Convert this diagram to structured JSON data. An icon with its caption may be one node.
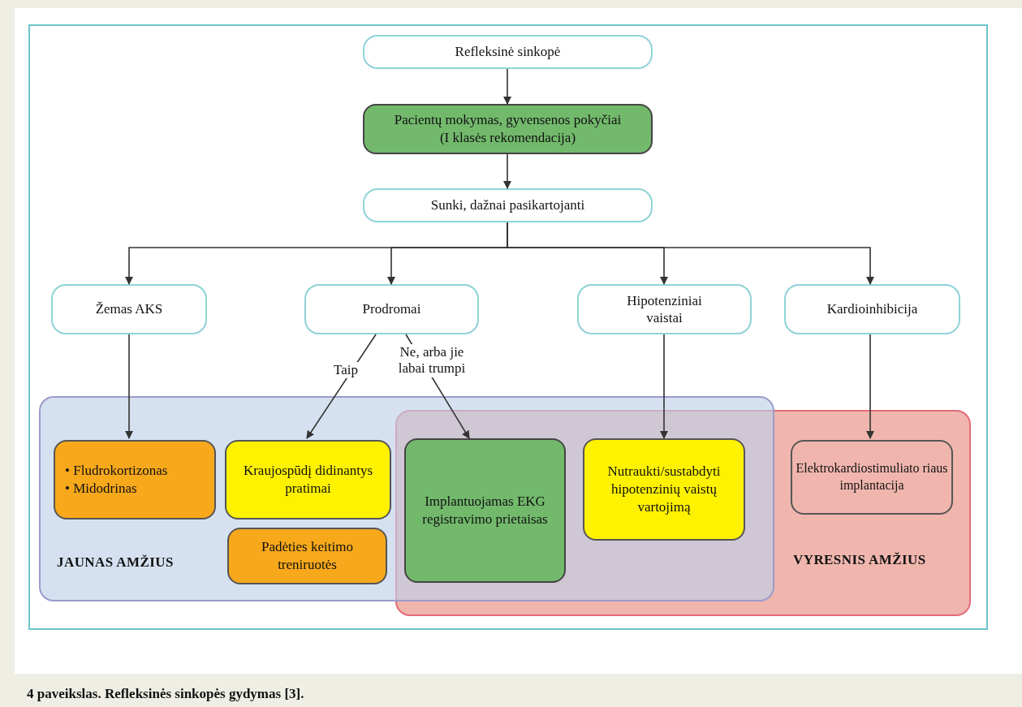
{
  "diagram": {
    "caption": "4 paveikslas. Refleksinės sinkopės gydymas [3].",
    "nodes": [
      {
        "text": [
          "Refleksinė sinkopė"
        ]
      },
      {
        "text": [
          "Pacientų mokymas, gyvensenos pokyčiai (I klasės rekomendacija)"
        ]
      },
      {
        "text": [
          "Sunki, dažnai pasikartojanti"
        ]
      },
      {
        "text": [
          "Žemas AKS"
        ]
      },
      {
        "text": [
          "Prodromai"
        ]
      },
      {
        "text": [
          "Hipotenziniai vaistai"
        ]
      },
      {
        "text": [
          "Kardioinhibicija"
        ]
      },
      {
        "text": [
          "JAUNAS AMŽIUS"
        ]
      },
      {
        "text": [
          "• Fludrokortizonas",
          "• Midodrinas"
        ],
        "in": 7
      },
      {
        "text": [
          "Kraujospūdį didinantys pratimai"
        ],
        "in": 7
      },
      {
        "text": [
          "Padėties keitimo treniruotės"
        ],
        "in": 7
      },
      {
        "text": [
          "VYRESNIS AMŽIUS"
        ]
      },
      {
        "text": [
          "Implantuojamas EKG registravimo prietaisas"
        ]
      },
      {
        "text": [
          "Nutraukti/sustabdyti hipotenzinių vaistų vartojimą"
        ]
      },
      {
        "text": [
          "Elektrokardiostimuliato riaus implantacija"
        ],
        "in": 11
      }
    ],
    "edges": [
      {
        "from": 0,
        "to": 1,
        "arrow": "to"
      },
      {
        "from": 1,
        "to": 2,
        "arrow": "to"
      },
      {
        "from": 2,
        "to": 3,
        "arrow": "to"
      },
      {
        "from": 2,
        "to": 4,
        "arrow": "to"
      },
      {
        "from": 2,
        "to": 5,
        "arrow": "to"
      },
      {
        "from": 2,
        "to": 6,
        "arrow": "to"
      },
      {
        "from": 3,
        "to": 8,
        "arrow": "to"
      },
      {
        "from": 4,
        "to": 9,
        "label": "Taip",
        "arrow": "to"
      },
      {
        "from": 4,
        "to": 12,
        "label": "Ne, arba jie labai trumpi",
        "arrow": "to"
      },
      {
        "from": 5,
        "to": 13,
        "arrow": "to"
      },
      {
        "from": 6,
        "to": 14,
        "arrow": "to"
      }
    ]
  }
}
